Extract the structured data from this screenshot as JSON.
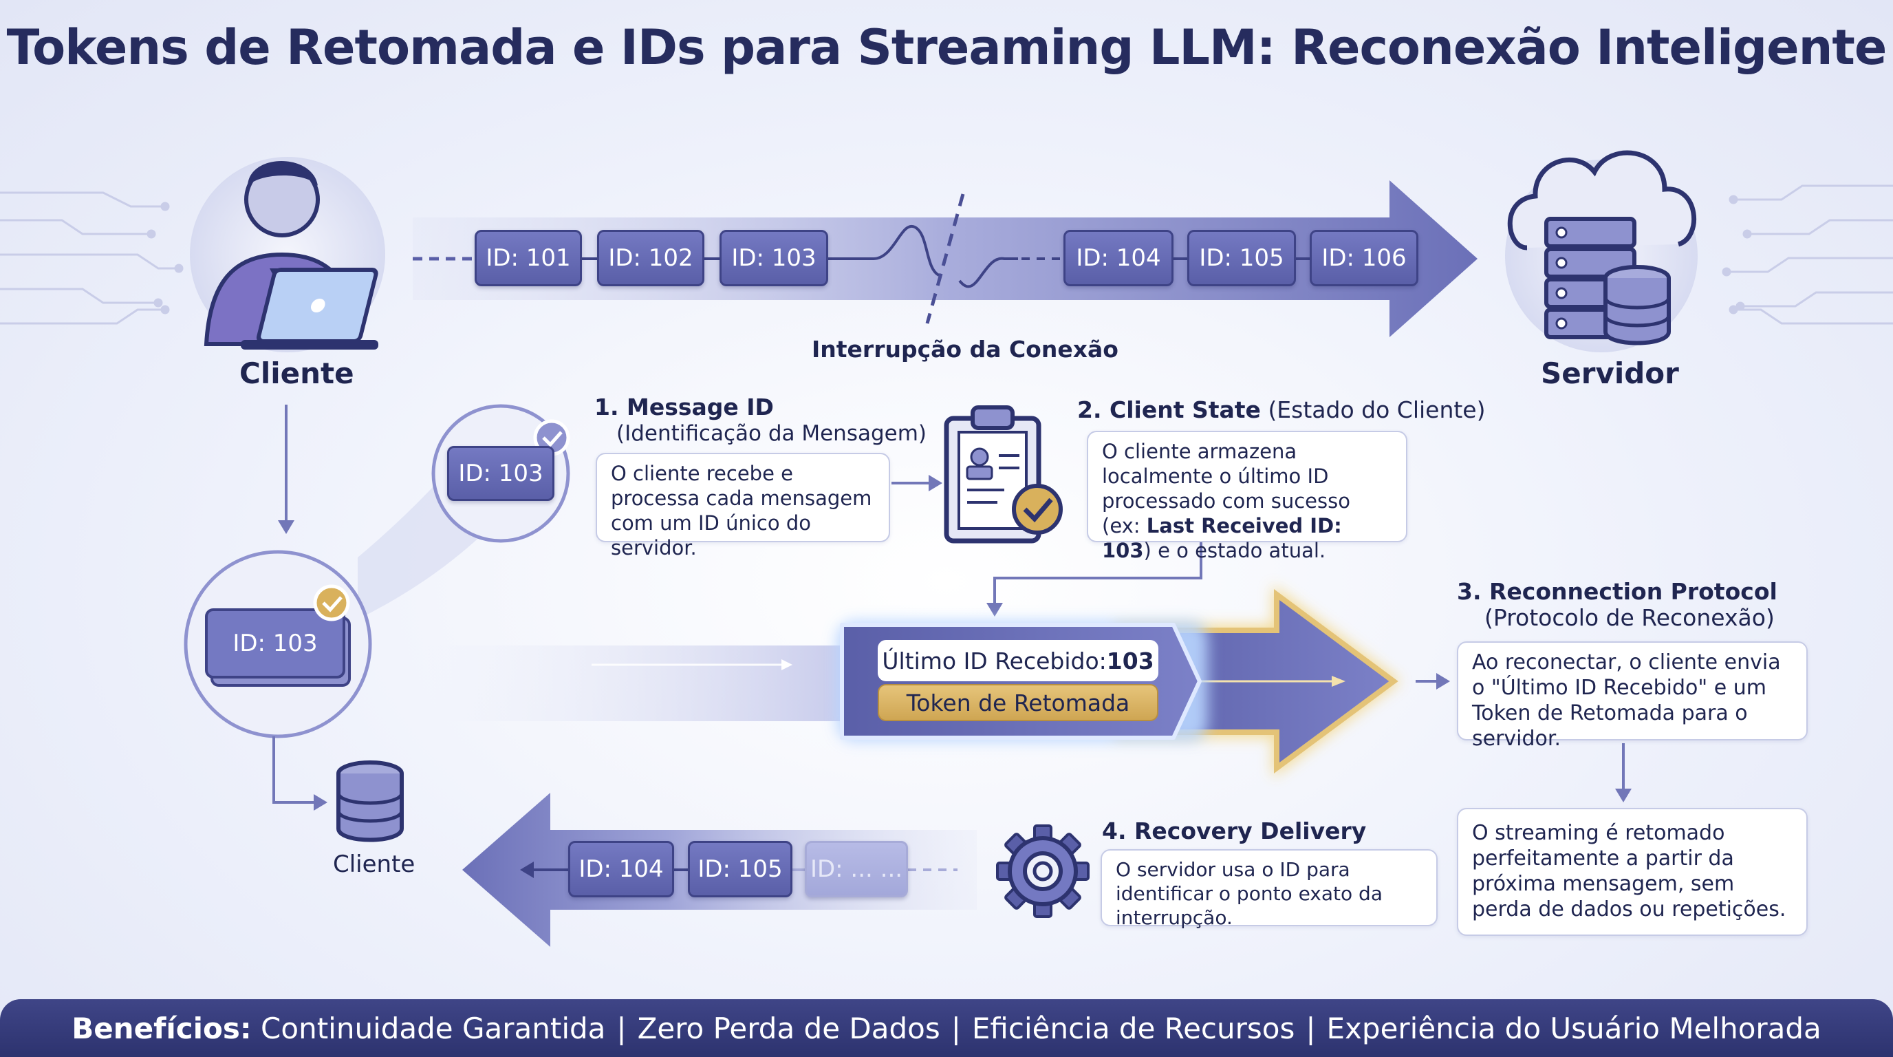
{
  "title": "Tokens de Retomada e IDs para Streaming LLM: Reconexão Inteligente",
  "actors": {
    "client": "Cliente",
    "server": "Servidor",
    "client_db": "Cliente"
  },
  "stream_top": {
    "ids_before": [
      "ID: 101",
      "ID: 102",
      "ID: 103"
    ],
    "ids_after": [
      "ID: 104",
      "ID: 105",
      "ID: 106"
    ],
    "interruption_label": "Interrupção da Conexão"
  },
  "badges": {
    "message_id": "ID: 103",
    "client_stack": "ID: 103"
  },
  "steps": {
    "step1": {
      "title": "1. Message ID",
      "subtitle": "(Identificação da Mensagem)",
      "text": "O cliente recebe e processa cada mensagem com um ID único do servidor."
    },
    "step2": {
      "title": "2. Client State",
      "subtitle": "(Estado do Cliente)",
      "text_a": "O cliente armazena localmente o último ID processado com sucesso (ex: ",
      "text_bold": "Last Received ID: 103",
      "text_b": ") e o estado atual."
    },
    "step3": {
      "title": "3. Reconnection Protocol",
      "subtitle": "(Protocolo de Reconexão)",
      "text": "Ao reconectar, o cliente envia o \"Último ID Recebido\" e um Token de Retomada para o servidor."
    },
    "step4": {
      "title": "4. Recovery Delivery",
      "text": "O servidor usa o ID para identificar o ponto exato da interrupção."
    },
    "result": {
      "text": "O streaming é retomado perfeitamente a partir da próxima mensagem, sem perda de dados ou repetições."
    }
  },
  "packet": {
    "last_id_label": "Último ID Recebido: ",
    "last_id_value": "103",
    "token_label": "Token de Retomada"
  },
  "stream_bottom": {
    "ids": [
      "ID: 104",
      "ID: 105",
      "ID: ... ..."
    ]
  },
  "footer": {
    "label": "Benefícios:",
    "items": [
      "Continuidade Garantida",
      "Zero Perda de Dados",
      "Eficiência de Recursos",
      "Experiência do Usuário Melhorada"
    ]
  },
  "colors": {
    "primary": "#5a5fa8",
    "dark_navy": "#2d336f",
    "gold": "#d9b15c",
    "background": "#eef1fb"
  },
  "icons": [
    "user-laptop-icon",
    "cloud-server-icon",
    "database-icon",
    "clipboard-check-icon",
    "gear-icon",
    "check-badge-icon"
  ]
}
